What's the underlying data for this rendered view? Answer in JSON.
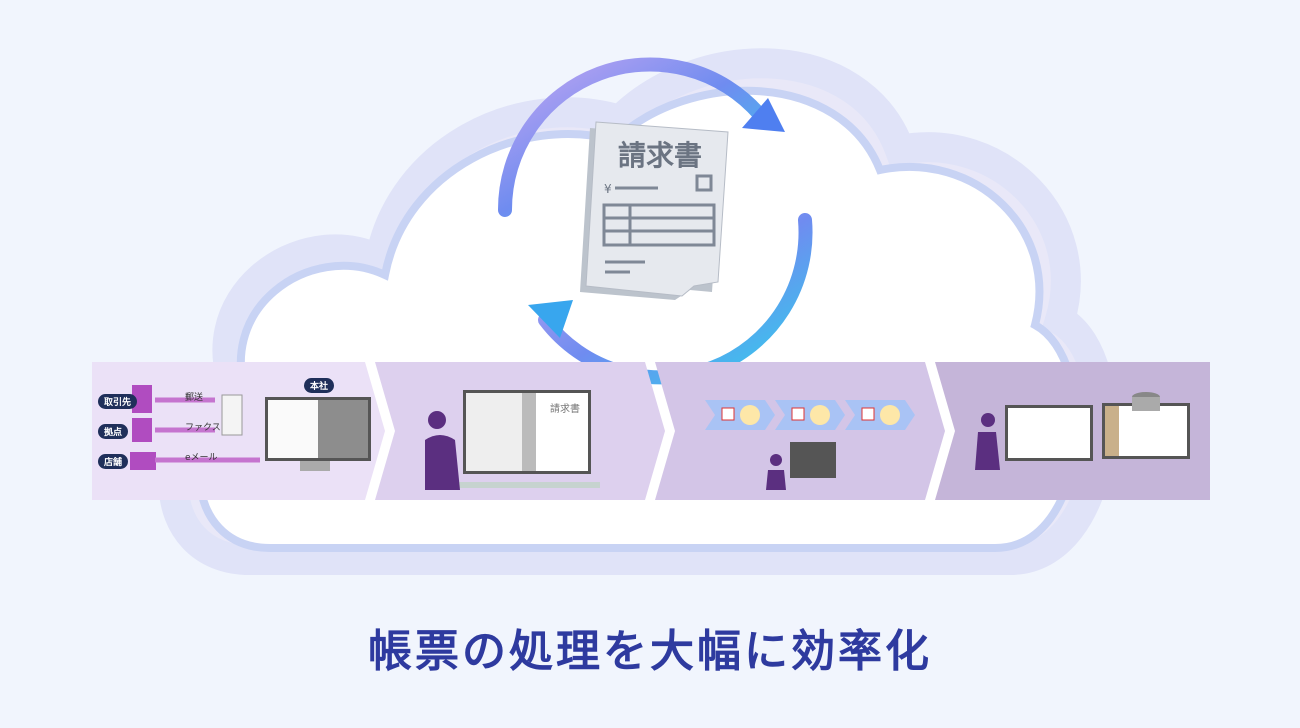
{
  "document": {
    "title": "請求書",
    "currency": "¥"
  },
  "flow": {
    "sources": [
      {
        "label": "取引先",
        "method": "郵送"
      },
      {
        "label": "拠点",
        "method": "ファクス"
      },
      {
        "label": "店舗",
        "method": "eメール"
      }
    ],
    "destination": "本社",
    "screen_doc_title": "請求書"
  },
  "headline": "帳票の処理を大幅に効率化",
  "colors": {
    "headline": "#2e3a9f",
    "panel1": "#ebe1f7",
    "panel2": "#ddd0ee",
    "panel3": "#d3c5e7",
    "panel4": "#c5b5d9"
  }
}
